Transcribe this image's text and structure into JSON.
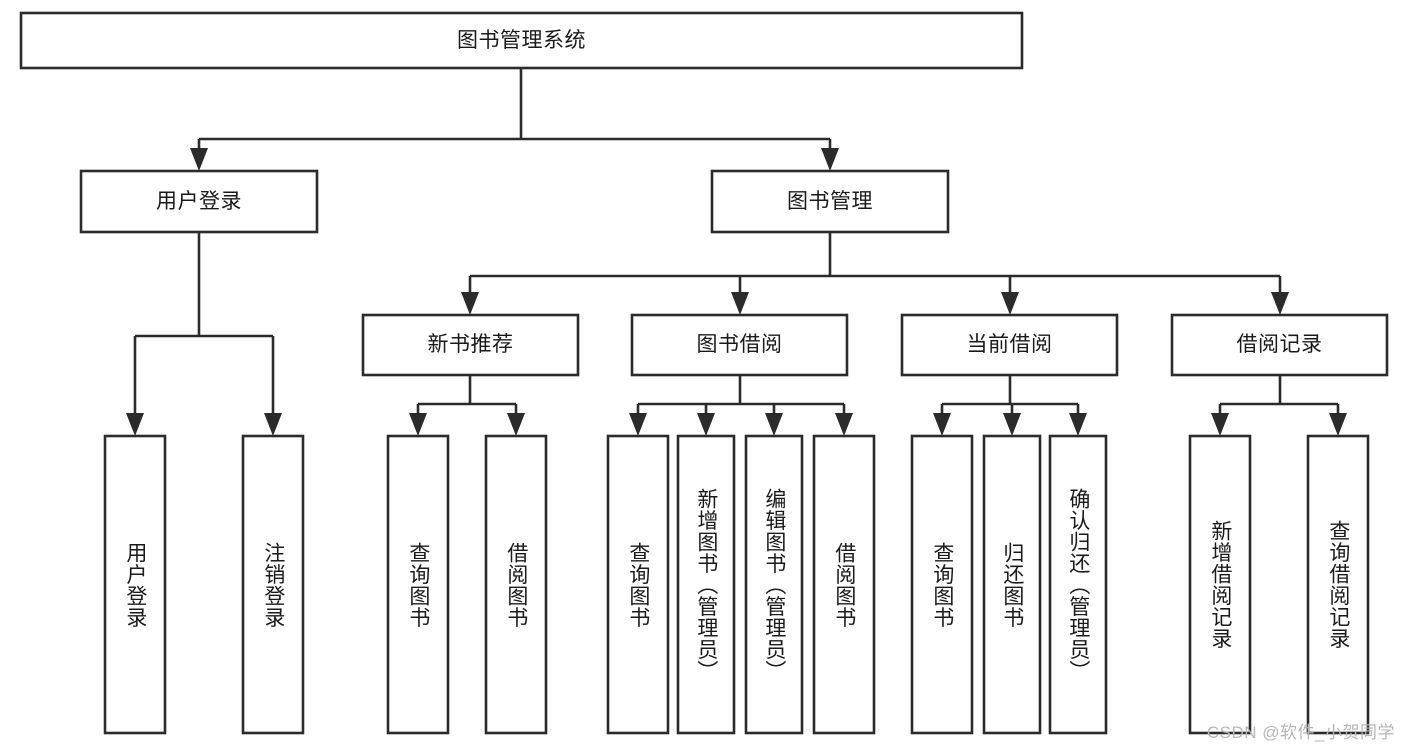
{
  "diagram": {
    "title": "图书管理系统",
    "type": "tree-hierarchy-diagram",
    "colors": {
      "box_stroke": "#2b2b2b",
      "box_fill": "#ffffff",
      "text": "#1a1a1a",
      "background": "#ffffff",
      "watermark": "#b6b6b6"
    },
    "root": {
      "id": "root",
      "label": "图书管理系统"
    },
    "level2": [
      {
        "id": "user-login",
        "label": "用户登录"
      },
      {
        "id": "book-management",
        "label": "图书管理"
      }
    ],
    "level3": [
      {
        "id": "new-book-recommend",
        "label": "新书推荐",
        "parent": "book-management"
      },
      {
        "id": "book-borrow",
        "label": "图书借阅",
        "parent": "book-management"
      },
      {
        "id": "current-borrow",
        "label": "当前借阅",
        "parent": "book-management"
      },
      {
        "id": "borrow-record",
        "label": "借阅记录",
        "parent": "book-management"
      }
    ],
    "leaves": [
      {
        "id": "leaf-user-login",
        "label": "用户登录",
        "parent": "user-login"
      },
      {
        "id": "leaf-logout-login",
        "label": "注销登录",
        "parent": "user-login"
      },
      {
        "id": "leaf-query-book-1",
        "label": "查询图书",
        "parent": "new-book-recommend"
      },
      {
        "id": "leaf-borrow-book-1",
        "label": "借阅图书",
        "parent": "new-book-recommend"
      },
      {
        "id": "leaf-query-book-2",
        "label": "查询图书",
        "parent": "book-borrow"
      },
      {
        "id": "leaf-add-book",
        "label": "新增图书（管理员）",
        "parent": "book-borrow"
      },
      {
        "id": "leaf-edit-book",
        "label": "编辑图书（管理员）",
        "parent": "book-borrow"
      },
      {
        "id": "leaf-borrow-book-2",
        "label": "借阅图书",
        "parent": "book-borrow"
      },
      {
        "id": "leaf-query-book-3",
        "label": "查询图书",
        "parent": "current-borrow"
      },
      {
        "id": "leaf-return-book",
        "label": "归还图书",
        "parent": "current-borrow"
      },
      {
        "id": "leaf-confirm-return",
        "label": "确认归还（管理员）",
        "parent": "current-borrow"
      },
      {
        "id": "leaf-add-borrow-record",
        "label": "新增借阅记录",
        "parent": "borrow-record"
      },
      {
        "id": "leaf-query-borrow-record",
        "label": "查询借阅记录",
        "parent": "borrow-record"
      }
    ],
    "watermark": "CSDN @软件_小贺同学"
  }
}
